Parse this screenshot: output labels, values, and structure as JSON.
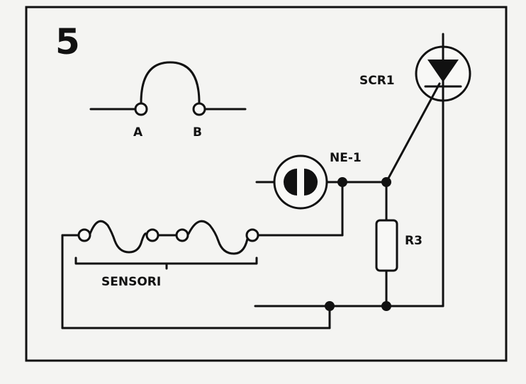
{
  "figure_number": "5",
  "labels": {
    "terminal_a": "A",
    "terminal_b": "B",
    "scr": "SCR1",
    "neon": "NE-1",
    "resistor": "R3",
    "sensors": "SENSORI"
  },
  "colors": {
    "ink": "#111111",
    "paper": "#f4f4f2"
  }
}
